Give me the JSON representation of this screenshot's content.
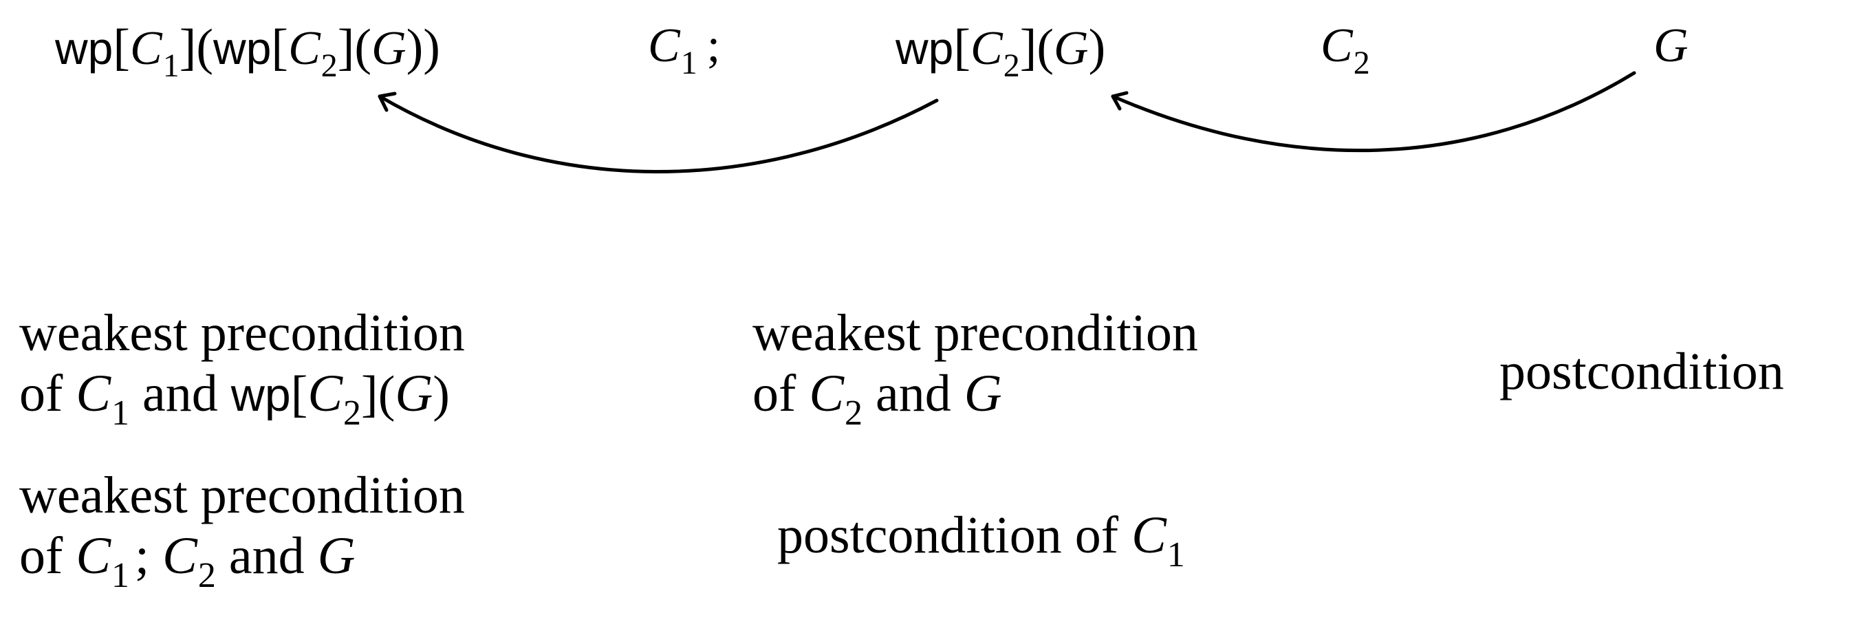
{
  "top_row": {
    "expr1": {
      "wp": "wp",
      "c1": "C",
      "c1_sub": "1",
      "c2": "C",
      "c2_sub": "2",
      "g": "G"
    },
    "cmd1": {
      "c": "C",
      "sub": "1",
      "semi": ";"
    },
    "expr2": {
      "wp": "wp",
      "c": "C",
      "sub": "2",
      "g": "G"
    },
    "cmd2": {
      "c": "C",
      "sub": "2"
    },
    "goal": {
      "g": "G"
    }
  },
  "labels": {
    "wp_c1_wp": {
      "line1": "weakest precondition",
      "line2_pre": "of",
      "c": "C",
      "sub": "1",
      "and": "and",
      "wp": "wp",
      "c2": "C",
      "c2_sub": "2",
      "g": "G"
    },
    "wp_c2": {
      "line1": "weakest precondition",
      "line2_pre": "of",
      "c": "C",
      "sub": "2",
      "and": "and",
      "g": "G"
    },
    "post": {
      "text": "postcondition"
    },
    "wp_seq": {
      "line1": "weakest precondition",
      "line2_pre": "of",
      "c1": "C",
      "c1_sub": "1",
      "semi": ";",
      "c2": "C",
      "c2_sub": "2",
      "and": "and",
      "g": "G"
    },
    "post_c1": {
      "text": "postcondition of",
      "c": "C",
      "sub": "1"
    }
  },
  "colors": {
    "ink": "#000000",
    "background": "#ffffff"
  }
}
